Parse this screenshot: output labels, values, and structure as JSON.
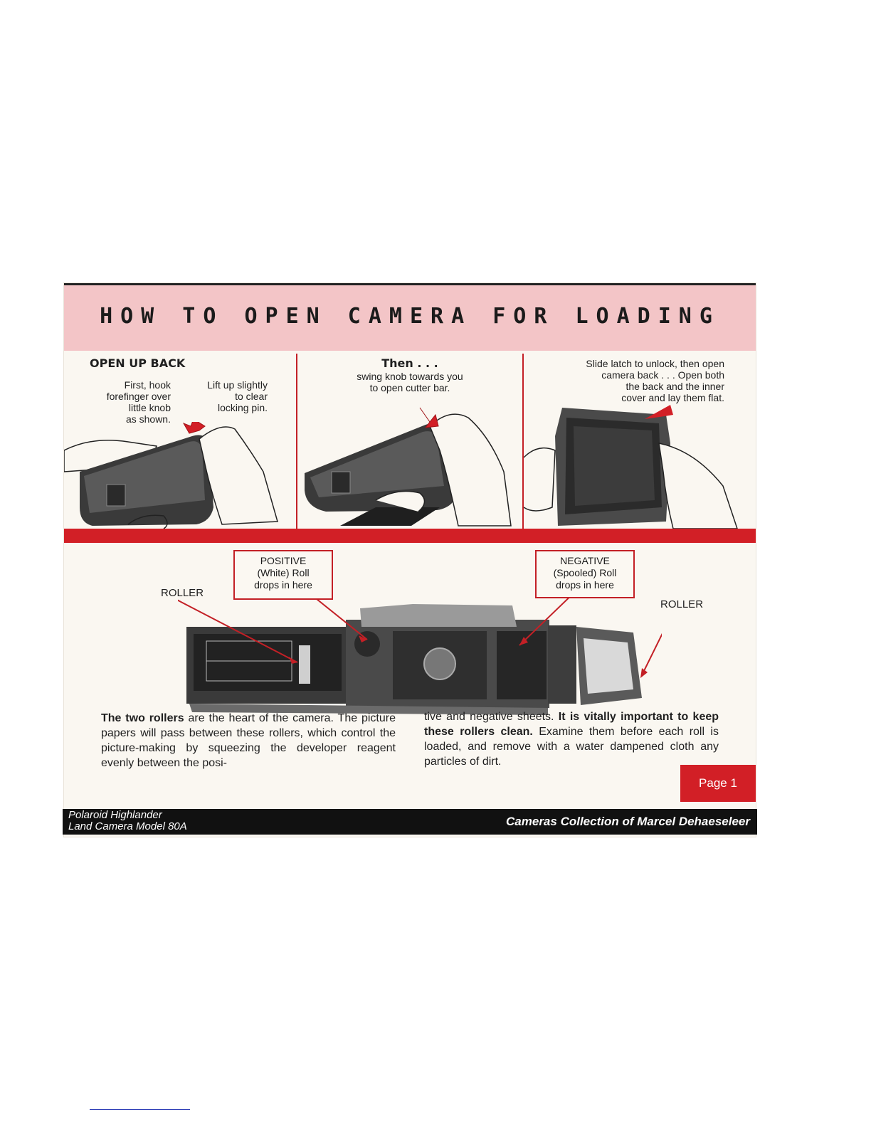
{
  "header": {
    "title": "HOW TO OPEN CAMERA FOR LOADING"
  },
  "panel1": {
    "heading": "OPEN UP BACK",
    "instruction_left": [
      "First, hook",
      "forefinger over",
      "little knob",
      "as shown."
    ],
    "instruction_right": [
      "Lift up slightly",
      "to clear",
      "locking pin."
    ]
  },
  "panel2": {
    "heading": "Then . . .",
    "instruction": [
      "swing knob towards you",
      "to open cutter bar."
    ]
  },
  "panel3": {
    "instruction": [
      "Slide latch to unlock, then open",
      "camera back . . . Open both",
      "the back and the inner",
      "cover and lay them flat."
    ]
  },
  "callouts": {
    "positive": [
      "POSITIVE",
      "(White) Roll",
      "drops in here"
    ],
    "negative": [
      "NEGATIVE",
      "(Spooled) Roll",
      "drops in here"
    ],
    "roller_left": "ROLLER",
    "roller_right": "ROLLER"
  },
  "body": {
    "col1_bold": "The two rollers",
    "col1_rest": " are the heart of the camera. The picture papers will pass between these rollers, which control the picture-making by squeezing the developer reagent evenly between the posi-",
    "col2_start": "tive and negative sheets. ",
    "col2_bold": "It is vitally important to keep these rollers clean.",
    "col2_rest": " Examine them before each roll is loaded, and remove with a water dampened cloth any particles of dirt."
  },
  "page_badge": "Page 1",
  "footer": {
    "left_line1": "Polaroid Highlander",
    "left_line2": "Land Camera Model 80A",
    "right": "Cameras Collection of Marcel Dehaeseleer"
  },
  "colors": {
    "accent_red": "#d21f26",
    "header_pink": "#f3c5c7",
    "paper": "#faf7f1"
  }
}
